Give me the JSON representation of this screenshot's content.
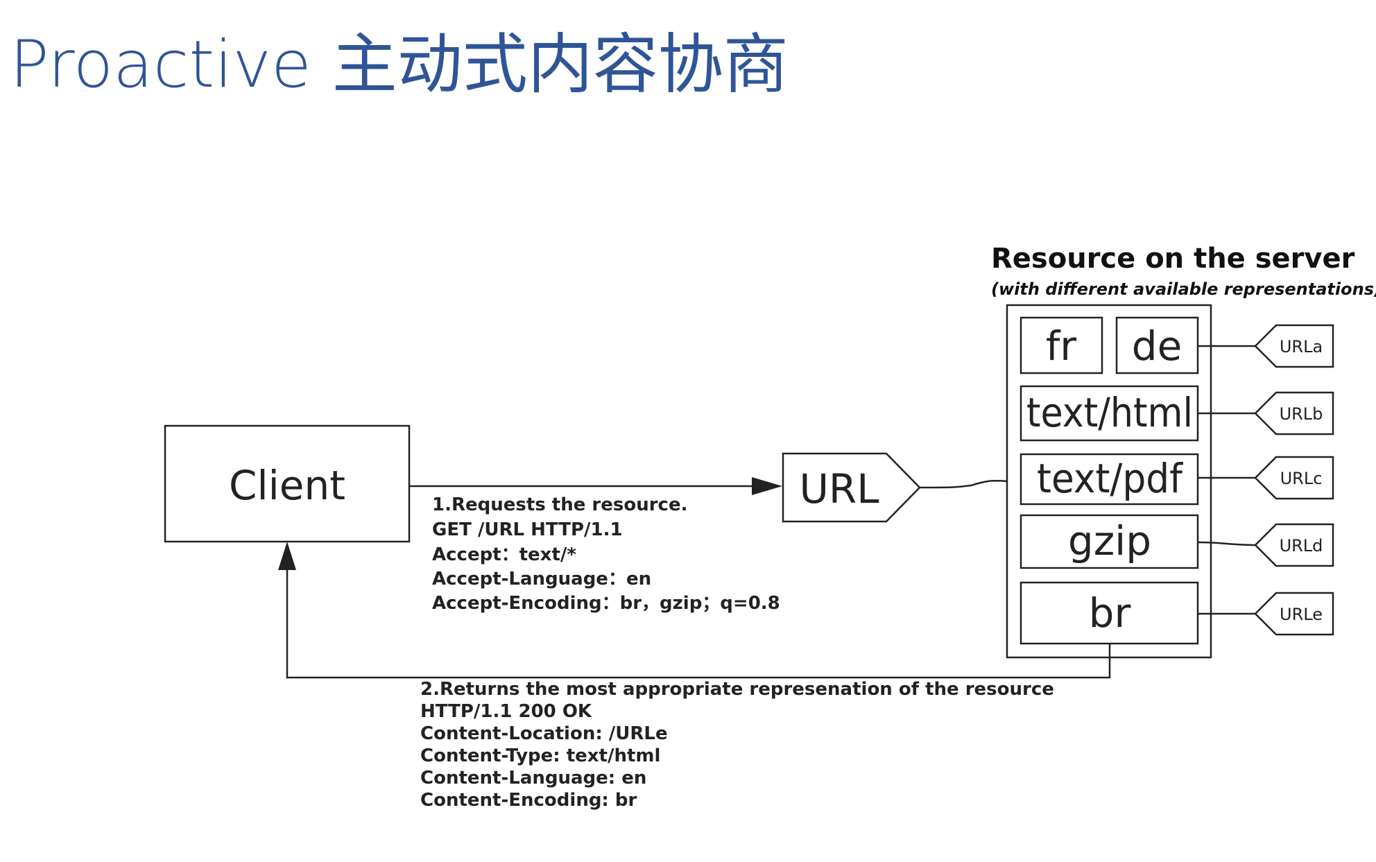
{
  "title": "Proactive 主动式内容协商",
  "colors": {
    "title": "#2F5597",
    "ink": "#222222",
    "background": "#FFFFFF"
  },
  "client": {
    "label": "Client"
  },
  "url_node": {
    "label": "URL"
  },
  "server": {
    "heading": "Resource on the server",
    "subheading": "(with different available representations)",
    "representations": [
      {
        "label": "fr"
      },
      {
        "label": "de"
      },
      {
        "label": "text/html"
      },
      {
        "label": "text/pdf"
      },
      {
        "label": "gzip"
      },
      {
        "label": "br"
      }
    ],
    "url_tags": [
      "URLa",
      "URLb",
      "URLc",
      "URLd",
      "URLe"
    ]
  },
  "request": {
    "lines": [
      "1.Requests the resource.",
      "GET /URL HTTP/1.1",
      "Accept：text/*",
      "Accept-Language：en",
      "Accept-Encoding：br，gzip；q=0.8"
    ]
  },
  "response": {
    "lines": [
      "2.Returns the most appropriate represenation of the resource",
      "HTTP/1.1  200  OK",
      "Content-Location:  /URLe",
      "Content-Type:  text/html",
      "Content-Language:   en",
      "Content-Encoding:    br"
    ]
  }
}
